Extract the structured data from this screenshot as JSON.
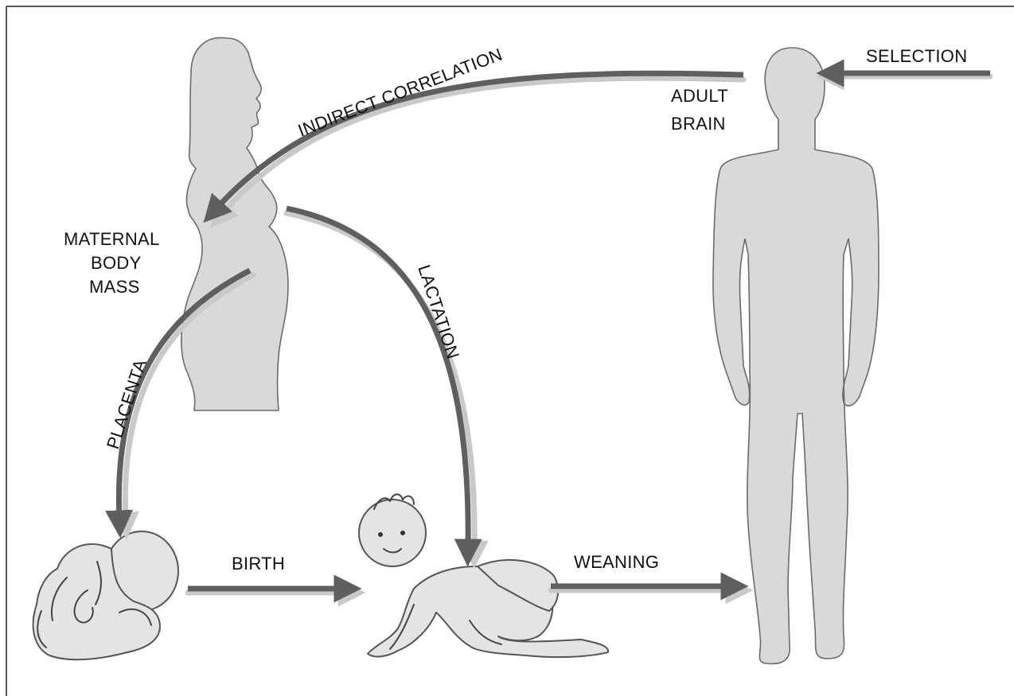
{
  "labels": {
    "selection": "SELECTION",
    "indirect_correlation": "INDIRECT CORRELATION",
    "adult_brain_line1": "ADULT",
    "adult_brain_line2": "BRAIN",
    "maternal_line1": "MATERNAL",
    "maternal_line2": "BODY",
    "maternal_line3": "MASS",
    "lactation": "LACTATION",
    "placenta": "PLACENTA",
    "birth": "BIRTH",
    "weaning": "WEANING"
  },
  "colors": {
    "figure_fill": "#d9d9d9",
    "arrow": "#5f5f5f",
    "arrow_shadow": "#c9c9c9",
    "text": "#111111"
  }
}
